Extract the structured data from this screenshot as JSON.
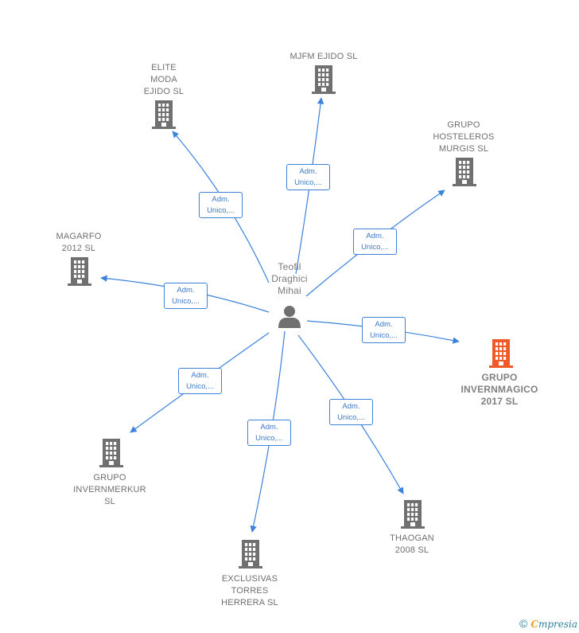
{
  "center": {
    "name": "Teofil\nDraghici\nMihai",
    "icon": "person-icon"
  },
  "relation_label": "Adm.\nUnico,...",
  "companies": [
    {
      "id": "mjfm",
      "name": "MJFM EJIDO SL",
      "icon": "building-icon",
      "color": "#707070"
    },
    {
      "id": "elite",
      "name": "ELITE\nMODA\nEJIDO  SL",
      "icon": "building-icon",
      "color": "#707070"
    },
    {
      "id": "hosteleros",
      "name": "GRUPO\nHOSTELEROS\nMURGIS  SL",
      "icon": "building-icon",
      "color": "#707070"
    },
    {
      "id": "magarfo",
      "name": "MAGARFO\n2012 SL",
      "icon": "building-icon",
      "color": "#707070"
    },
    {
      "id": "invernmagico",
      "name": "GRUPO\nINVERNMAGICO\n2017  SL",
      "icon": "building-icon",
      "color": "#f05a28",
      "focus": true
    },
    {
      "id": "invernmerkur",
      "name": "GRUPO\nINVERNMERKUR\nSL",
      "icon": "building-icon",
      "color": "#707070"
    },
    {
      "id": "exclusivas",
      "name": "EXCLUSIVAS\nTORRES\nHERRERA SL",
      "icon": "building-icon",
      "color": "#707070"
    },
    {
      "id": "thaogan",
      "name": "THAOGAN\n2008 SL",
      "icon": "building-icon",
      "color": "#707070"
    }
  ],
  "edges": [
    {
      "to": "mjfm",
      "label": "Adm.\nUnico,..."
    },
    {
      "to": "elite",
      "label": "Adm.\nUnico,..."
    },
    {
      "to": "hosteleros",
      "label": "Adm.\nUnico,..."
    },
    {
      "to": "magarfo",
      "label": "Adm.\nUnico,..."
    },
    {
      "to": "invernmagico",
      "label": "Adm.\nUnico,..."
    },
    {
      "to": "invernmerkur",
      "label": "Adm.\nUnico,..."
    },
    {
      "to": "exclusivas",
      "label": "Adm.\nUnico,..."
    },
    {
      "to": "thaogan",
      "label": "Adm.\nUnico,..."
    }
  ],
  "colors": {
    "edge": "#3c82dc",
    "building": "#707070",
    "focus": "#f05a28",
    "person": "#707070"
  },
  "footer": {
    "copyright": "©",
    "brand_first": "C",
    "brand_rest": "mpresia"
  }
}
